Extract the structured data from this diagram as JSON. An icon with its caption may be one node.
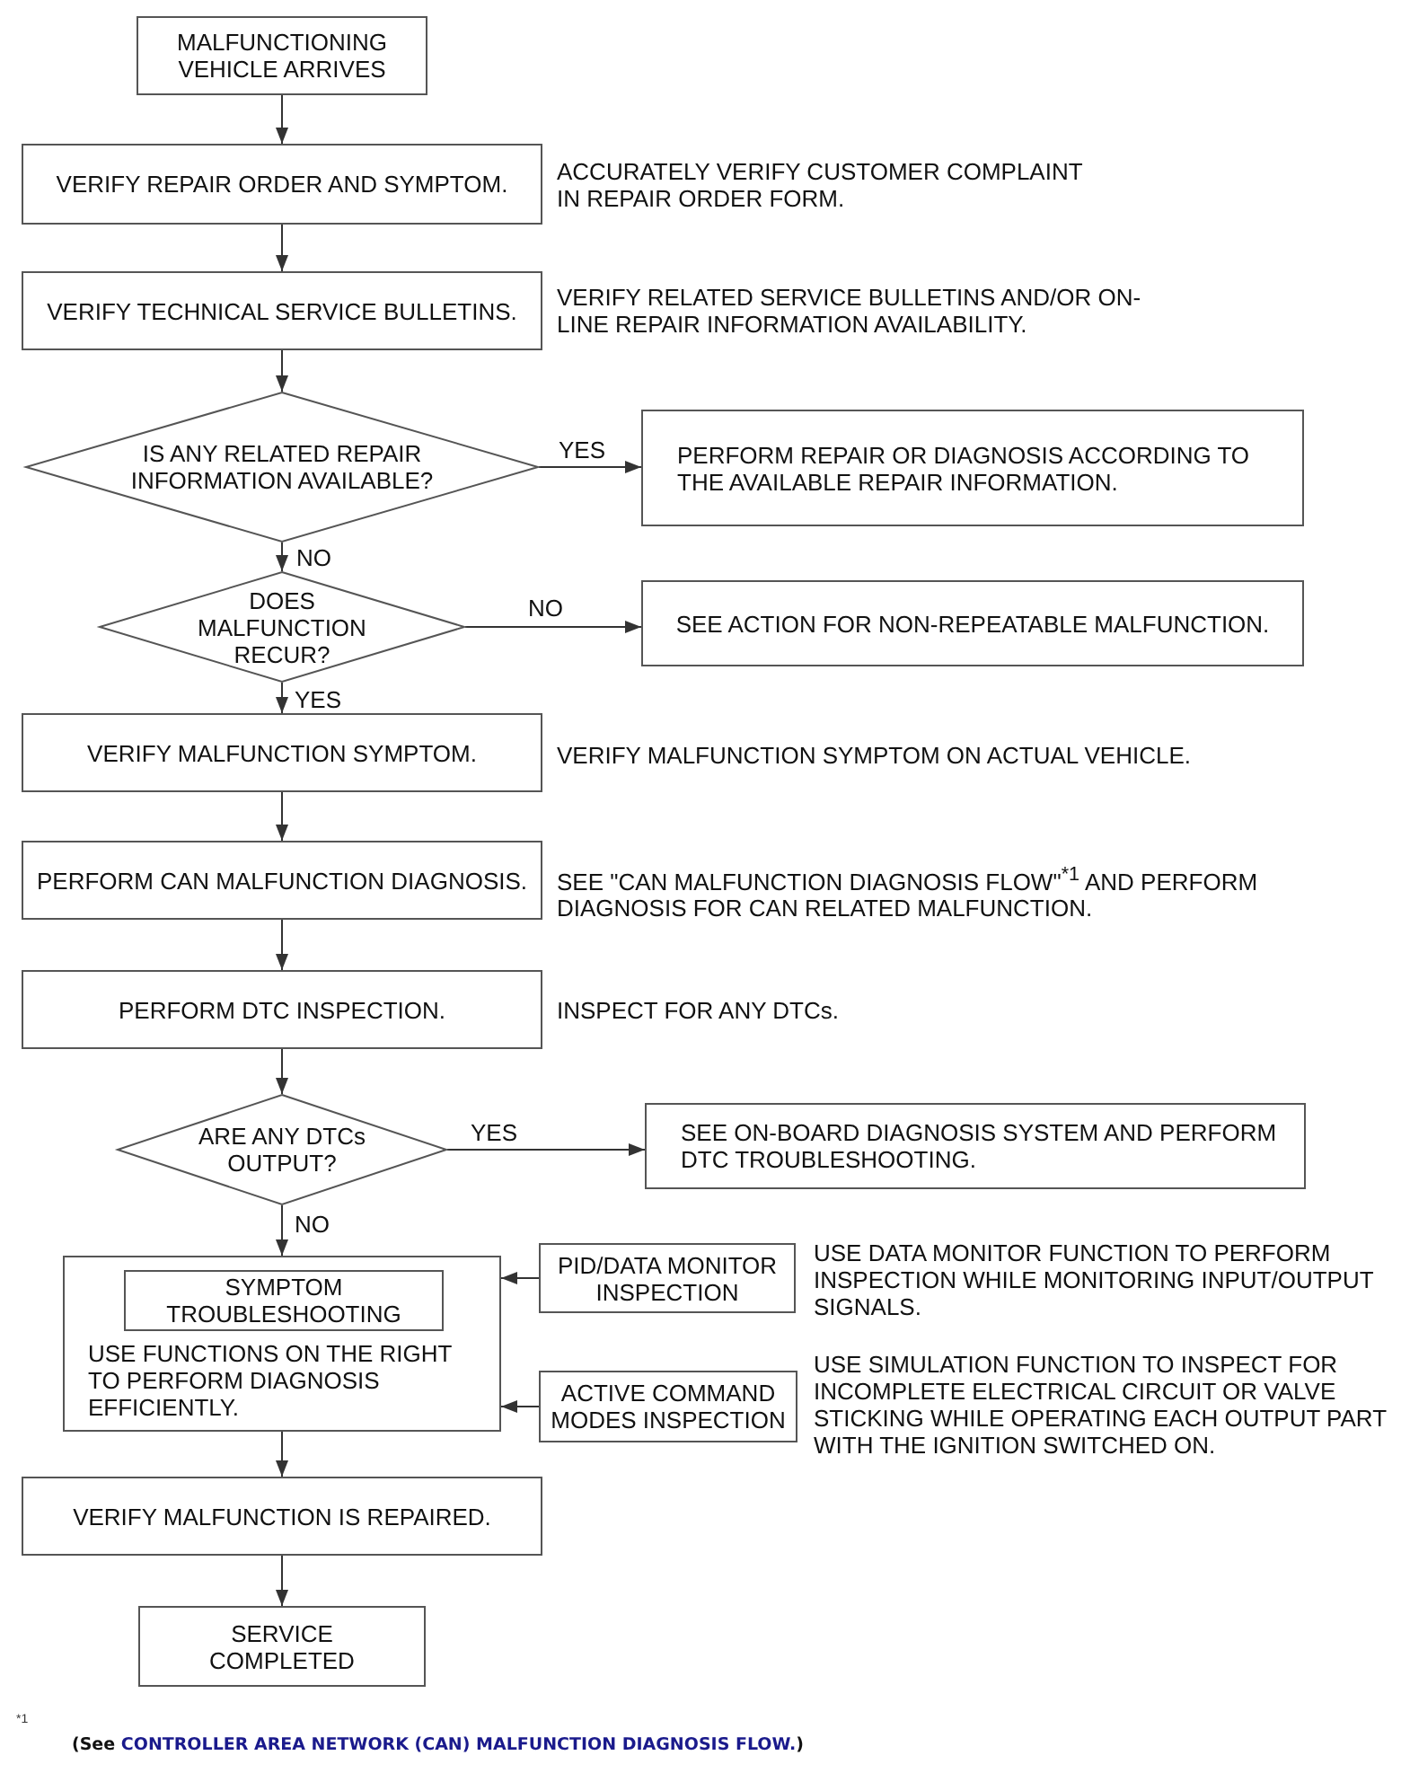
{
  "diagram": {
    "nodes": [
      {
        "text": [
          "MALFUNCTIONING VEHICLE ARRIVES"
        ]
      },
      {
        "text": [
          "VERIFY REPAIR ORDER AND SYMPTOM."
        ],
        "beside": [
          "ACCURATELY VERIFY CUSTOMER COMPLAINT IN REPAIR ORDER FORM."
        ]
      },
      {
        "text": [
          "VERIFY TECHNICAL SERVICE BULLETINS."
        ],
        "beside": [
          "VERIFY RELATED SERVICE BULLETINS AND/OR ON-LINE REPAIR INFORMATION AVAILABILITY."
        ]
      },
      {
        "text": [
          "IS ANY RELATED REPAIR INFORMATION AVAILABLE?"
        ]
      },
      {
        "text": [
          "PERFORM REPAIR OR DIAGNOSIS ACCORDING TO THE AVAILABLE REPAIR INFORMATION."
        ]
      },
      {
        "text": [
          "DOES MALFUNCTION RECUR?"
        ]
      },
      {
        "text": [
          "SEE ACTION FOR NON-REPEATABLE MALFUNCTION."
        ]
      },
      {
        "text": [
          "VERIFY MALFUNCTION SYMPTOM."
        ],
        "beside": [
          "VERIFY MALFUNCTION SYMPTOM ON ACTUAL VEHICLE."
        ]
      },
      {
        "text": [
          "PERFORM CAN MALFUNCTION DIAGNOSIS."
        ],
        "beside": [
          "SEE \"CAN MALFUNCTION DIAGNOSIS FLOW\"$^{*1}$ AND PERFORM DIAGNOSIS FOR CAN RELATED MALFUNCTION."
        ]
      },
      {
        "text": [
          "PERFORM DTC INSPECTION."
        ],
        "beside": [
          "INSPECT FOR ANY DTCs."
        ]
      },
      {
        "text": [
          "ARE ANY DTCs OUTPUT?"
        ]
      },
      {
        "text": [
          "SEE ON-BOARD DIAGNOSIS SYSTEM AND PERFORM DTC TROUBLESHOOTING."
        ]
      },
      {
        "text": [
          "USE FUNCTIONS ON THE RIGHT TO PERFORM DIAGNOSIS EFFICIENTLY."
        ]
      },
      {
        "text": [
          "SYMPTOM TROUBLESHOOTING"
        ],
        "in": 12
      },
      {
        "text": [
          "PID/DATA MONITOR INSPECTION"
        ],
        "beside": [
          "USE DATA MONITOR FUNCTION TO PERFORM INSPECTION WHILE MONITORING INPUT/OUTPUT SIGNALS."
        ]
      },
      {
        "text": [
          "ACTIVE COMMAND MODES INSPECTION"
        ],
        "beside": [
          "USE SIMULATION FUNCTION TO INSPECT FOR INCOMPLETE ELECTRICAL CIRCUIT OR VALVE STICKING WHILE OPERATING EACH OUTPUT PART WITH THE IGNITION SWITCHED ON."
        ]
      },
      {
        "text": [
          "VERIFY MALFUNCTION IS REPAIRED."
        ]
      },
      {
        "text": [
          "SERVICE COMPLETED"
        ]
      }
    ],
    "edges": [
      {
        "from": 0,
        "to": 1,
        "arrow": "to"
      },
      {
        "from": 1,
        "to": 2,
        "arrow": "to"
      },
      {
        "from": 2,
        "to": 3,
        "arrow": "to"
      },
      {
        "from": 3,
        "to": 4,
        "arrow": "to",
        "label": "YES"
      },
      {
        "from": 3,
        "to": 5,
        "arrow": "to",
        "label": "NO"
      },
      {
        "from": 5,
        "to": 6,
        "arrow": "to",
        "label": "NO"
      },
      {
        "from": 5,
        "to": 7,
        "arrow": "to",
        "label": "YES"
      },
      {
        "from": 7,
        "to": 8,
        "arrow": "to"
      },
      {
        "from": 8,
        "to": 9,
        "arrow": "to"
      },
      {
        "from": 9,
        "to": 10,
        "arrow": "to"
      },
      {
        "from": 10,
        "to": 11,
        "arrow": "to",
        "label": "YES"
      },
      {
        "from": 10,
        "to": 12,
        "arrow": "to",
        "label": "NO"
      },
      {
        "from": 14,
        "to": 12,
        "arrow": "to"
      },
      {
        "from": 15,
        "to": 12,
        "arrow": "to"
      },
      {
        "from": 12,
        "to": 16,
        "arrow": "to"
      },
      {
        "from": 16,
        "to": 17,
        "arrow": "to"
      }
    ],
    "labels": [
      "*1",
      "(See CONTROLLER AREA NETWORK (CAN) MALFUNCTION DIAGNOSIS FLOW.)"
    ]
  }
}
